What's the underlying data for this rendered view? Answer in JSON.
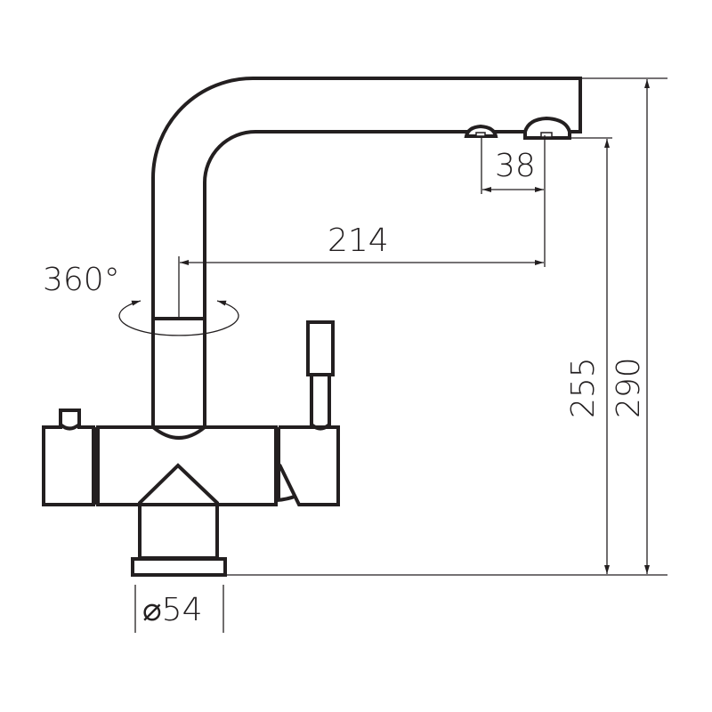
{
  "title": "Faucet dimension drawing",
  "dimensions": {
    "rotation": "360°",
    "reach": "214",
    "aerator_spacing": "38",
    "height_outlet": "255",
    "height_total": "290",
    "base_diameter": "⌀54"
  },
  "colors": {
    "line": "#231f20",
    "background": "#ffffff"
  }
}
